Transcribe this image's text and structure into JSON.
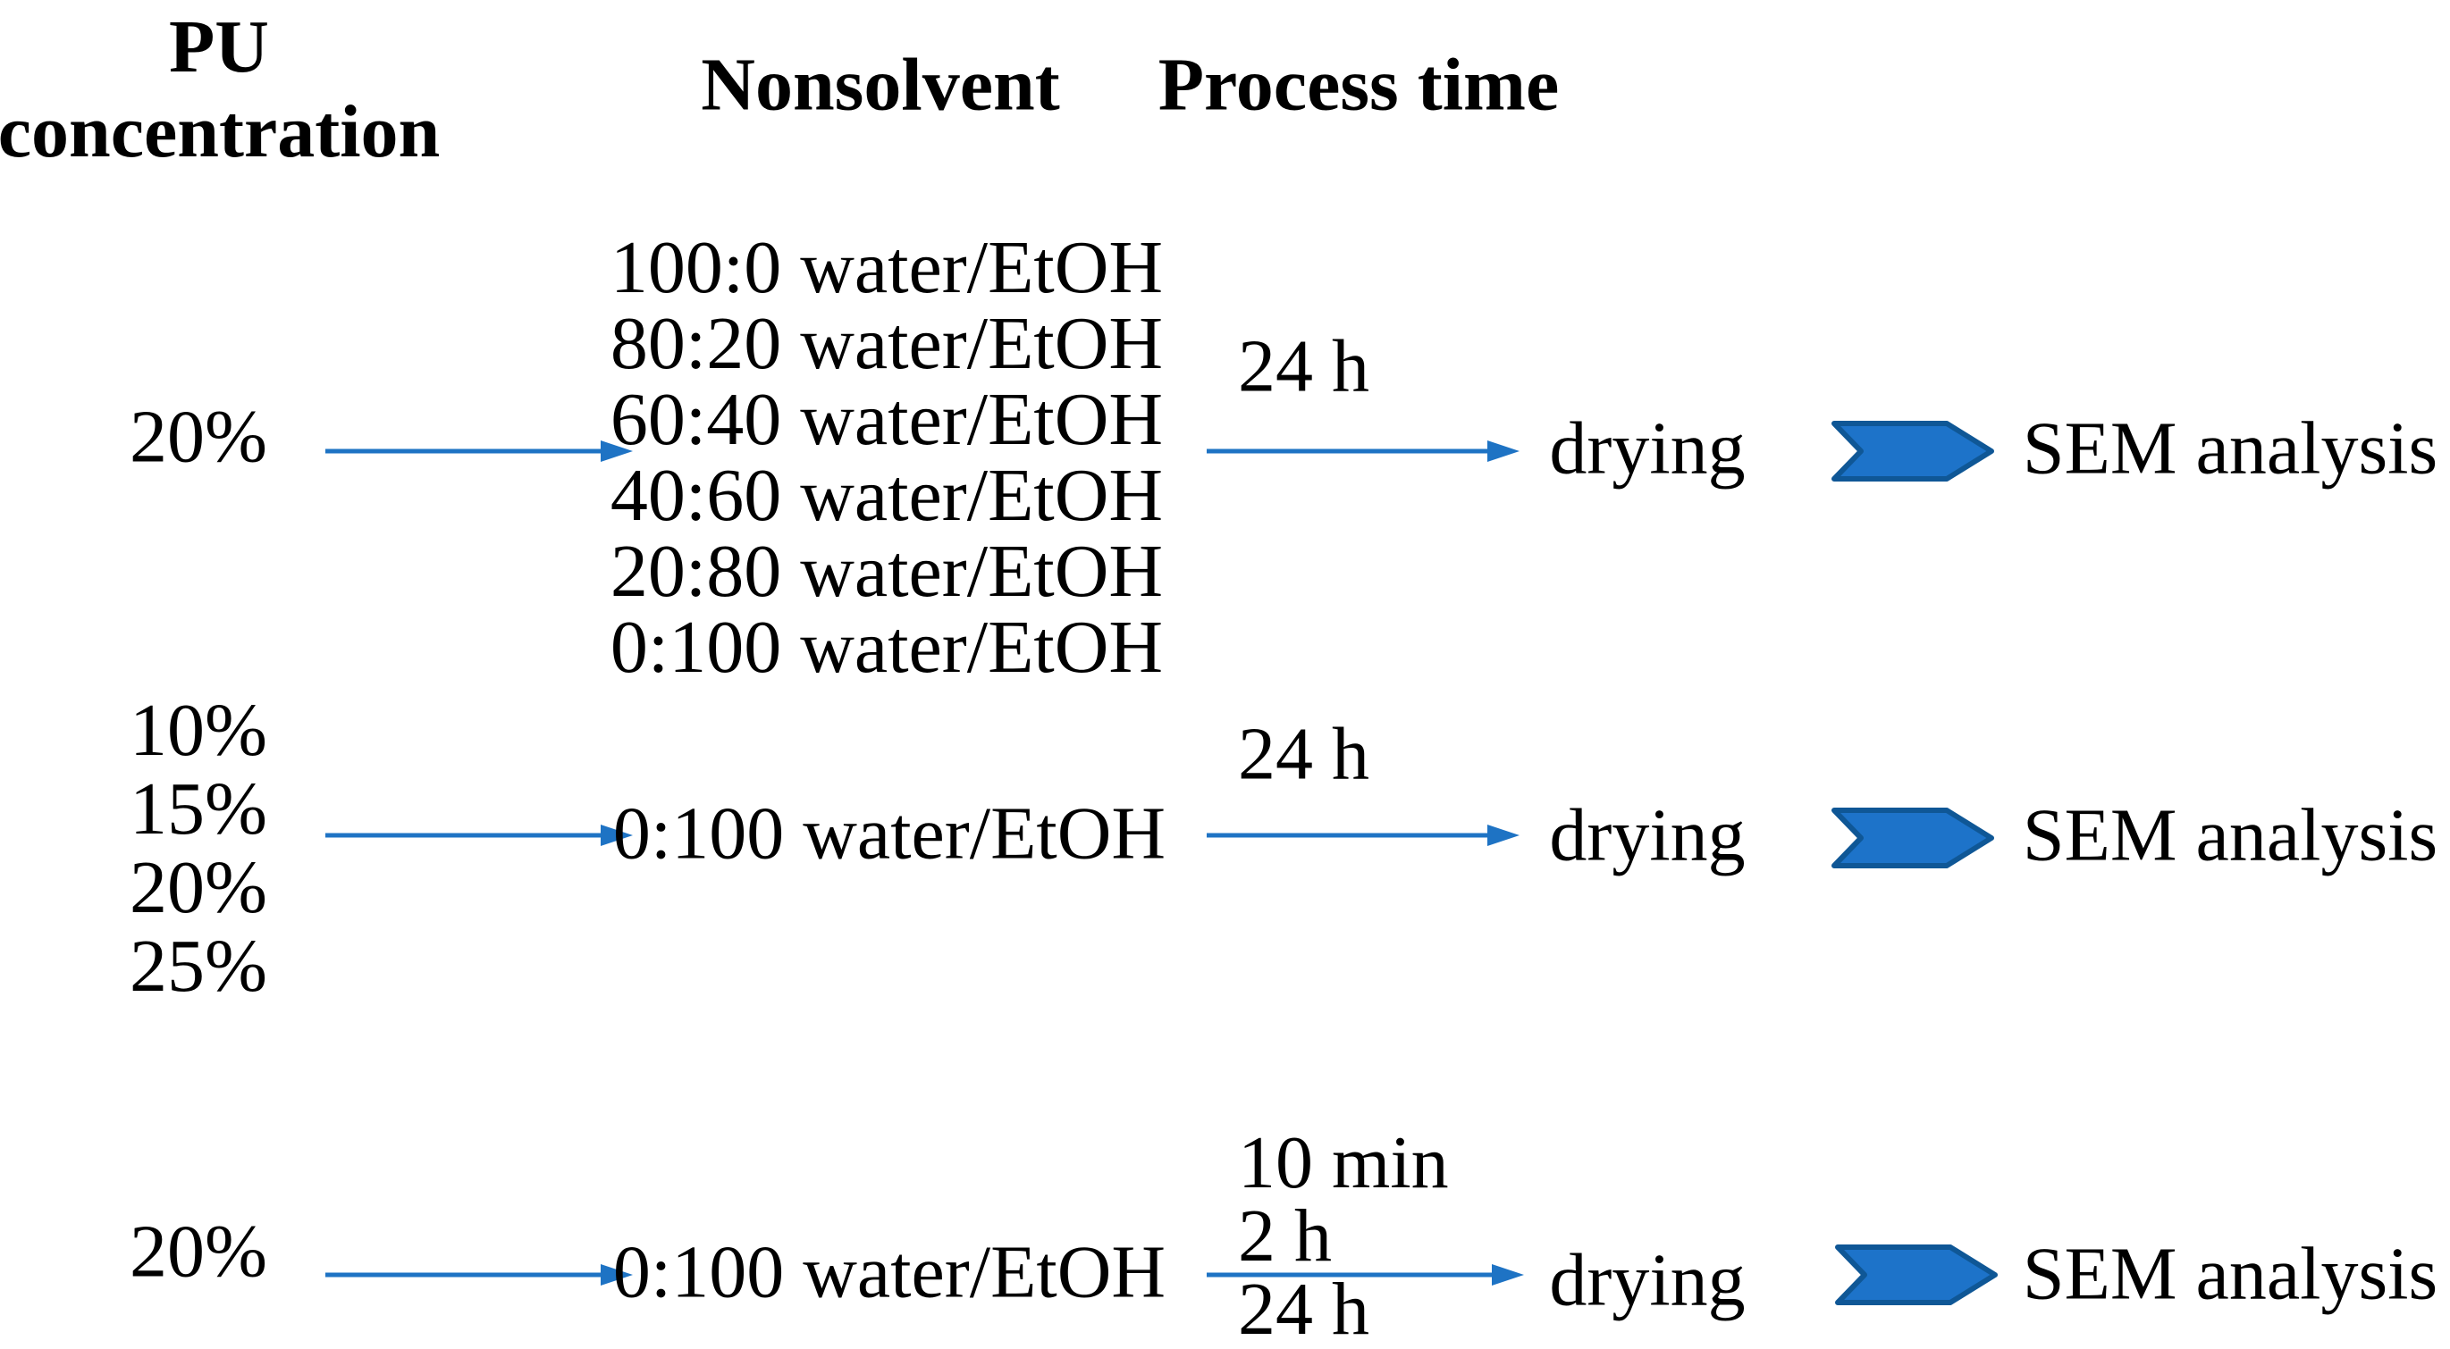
{
  "colors": {
    "background": "#ffffff",
    "text": "#000000",
    "arrow_blue": "#1E73C4",
    "chevron_fill": "#1D73C9",
    "chevron_border": "#0F5796"
  },
  "headers": {
    "pu_concentration": "PU concentration",
    "nonsolvent": "Nonsolvent",
    "process_time": "Process time"
  },
  "rows": [
    {
      "pu_concentrations": [
        "20%"
      ],
      "nonsolvents": [
        "100:0 water/EtOH",
        "80:20 water/EtOH",
        "60:40 water/EtOH",
        "40:60 water/EtOH",
        "20:80 water/EtOH",
        "0:100 water/EtOH"
      ],
      "process_times": [
        "24 h"
      ],
      "step": "drying",
      "result": "SEM analysis"
    },
    {
      "pu_concentrations": [
        "10%",
        "15%",
        "20%",
        "25%"
      ],
      "nonsolvents": [
        "0:100 water/EtOH"
      ],
      "process_times": [
        "24 h"
      ],
      "step": "drying",
      "result": "SEM analysis"
    },
    {
      "pu_concentrations": [
        "20%"
      ],
      "nonsolvents": [
        "0:100 water/EtOH"
      ],
      "process_times": [
        "10 min",
        "2 h",
        "24 h"
      ],
      "step": "drying",
      "result": "SEM analysis"
    }
  ]
}
